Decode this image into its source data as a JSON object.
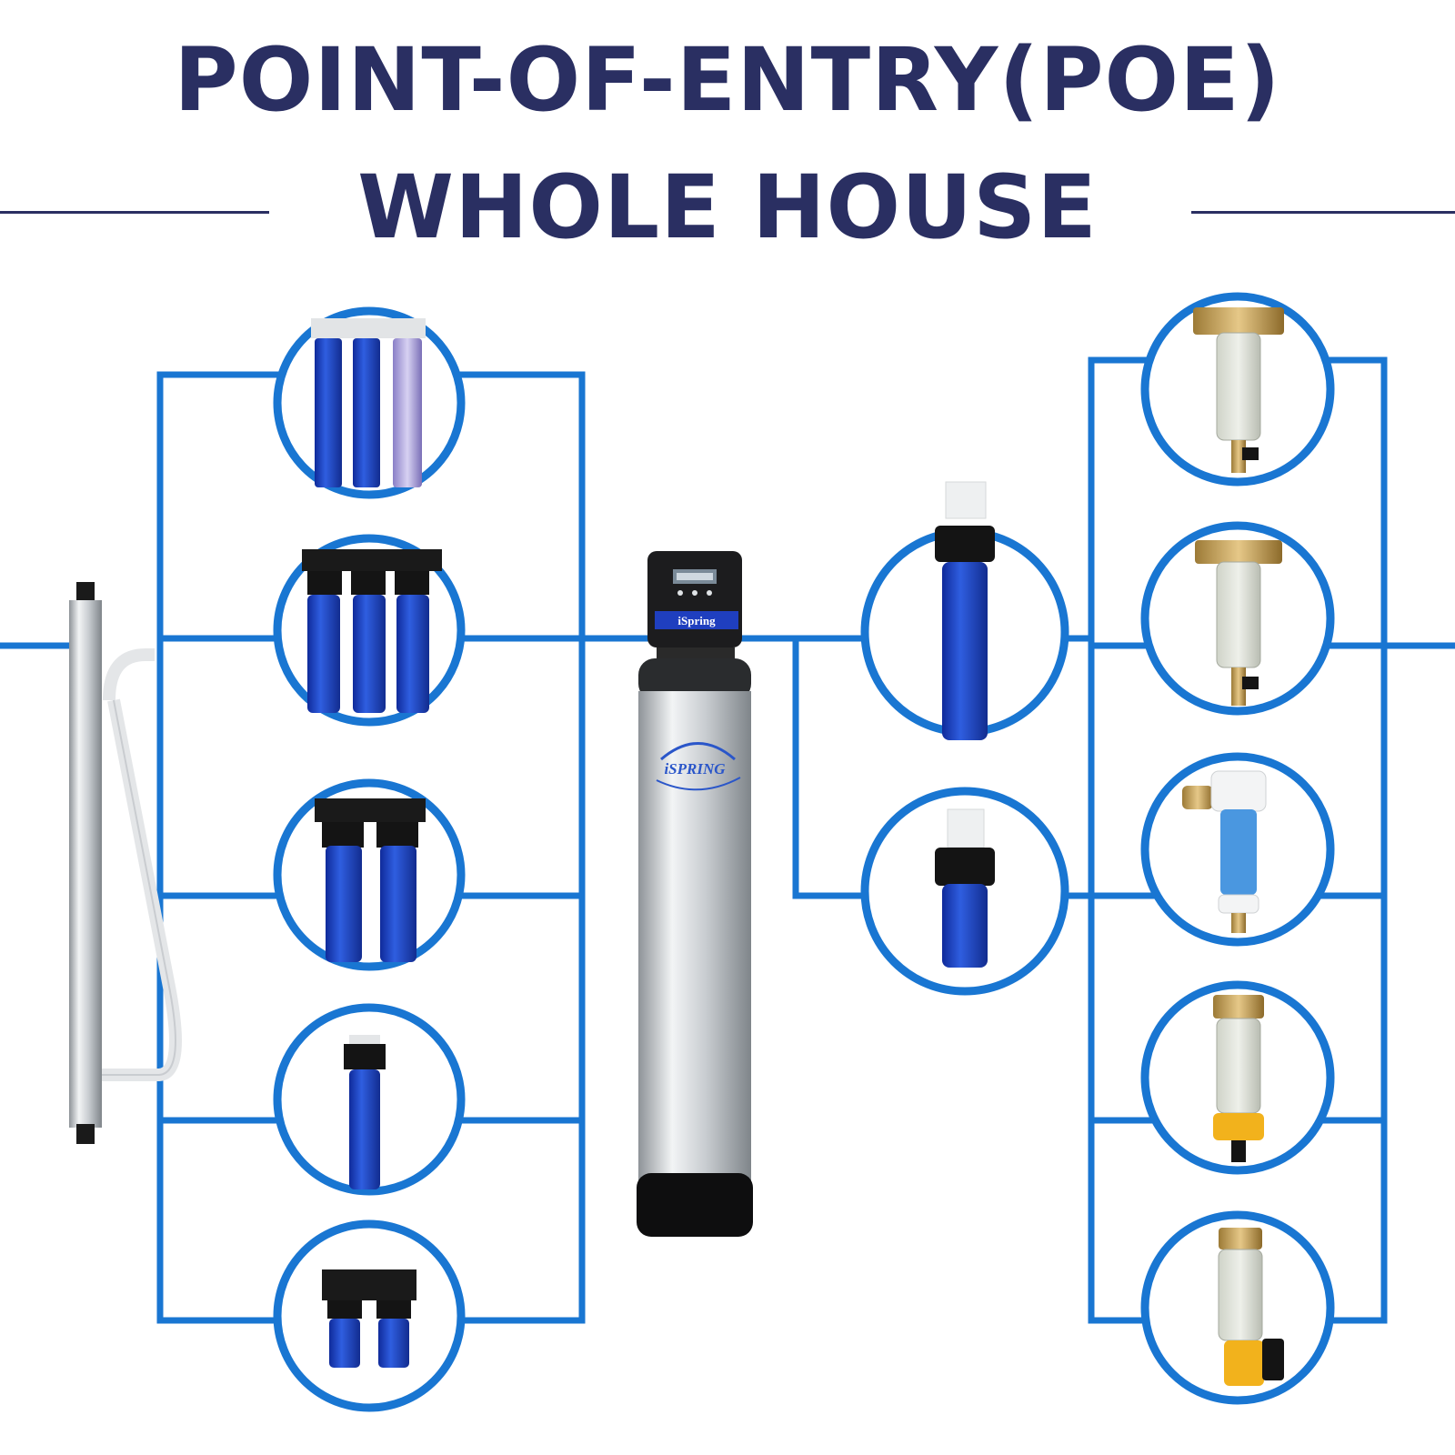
{
  "title": {
    "line1": "POINT-OF-ENTRY(POE)",
    "line2": "WHOLE HOUSE"
  },
  "brand": {
    "head_label": "iSpring",
    "tank_label": "iSPRING"
  },
  "colors": {
    "title": "#2a2f62",
    "pipe": "#1976d2",
    "housing_blue": "#1e3fbf",
    "housing_black": "#141414",
    "brass": "#c9a45a",
    "steel": "#c8ccd0"
  },
  "icons": {
    "left_column": [
      "three-stage-filter-icon",
      "three-stage-big-blue-filter-icon",
      "two-stage-big-blue-filter-icon",
      "single-big-blue-filter-icon",
      "two-stage-compact-filter-icon"
    ],
    "middle_column": [
      "single-big-blue-housing-icon",
      "single-compact-housing-icon"
    ],
    "right_column": [
      "brass-spin-down-filter-icon",
      "brass-spin-down-filter-gauge-icon",
      "blue-spin-down-filter-icon",
      "yellow-valve-spin-down-filter-icon",
      "auto-flush-spin-down-filter-icon"
    ]
  }
}
